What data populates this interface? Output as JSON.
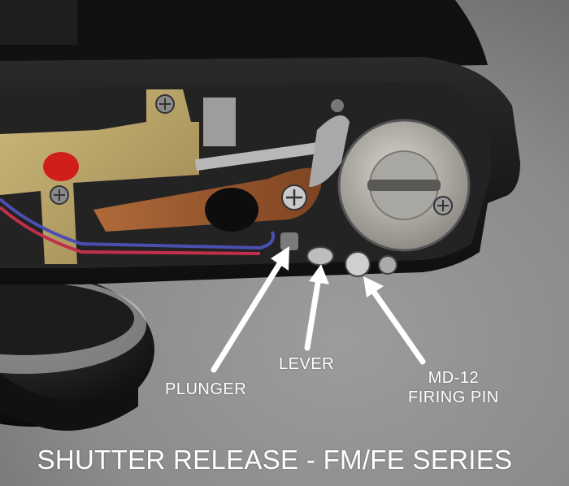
{
  "labels": {
    "plunger": "PLUNGER",
    "lever": "LEVER",
    "firing_pin_line1": "MD-12",
    "firing_pin_line2": "FIRING PIN"
  },
  "caption": "SHUTTER RELEASE - FM/FE SERIES",
  "colors": {
    "background": "#8a8a8a",
    "camera_body": "#151515",
    "brass_plate": "#b9a468",
    "copper_lever": "#a0582c",
    "silver_cap": "#b9b6ae",
    "text": "#ffffff"
  }
}
